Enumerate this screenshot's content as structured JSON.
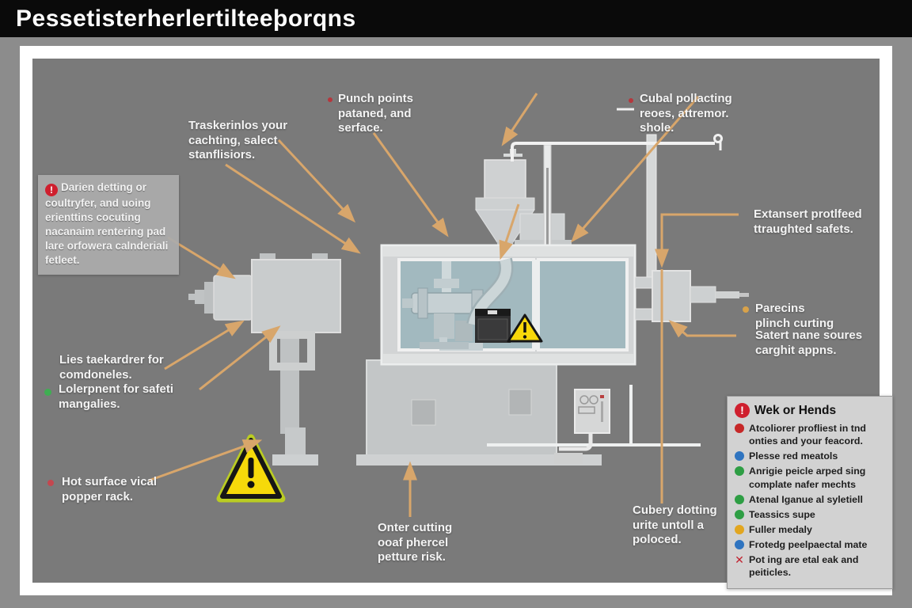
{
  "header": {
    "title": "Pessetisterherlertilteeþorqns"
  },
  "icons": {
    "warning": "!",
    "cross": "✕"
  },
  "colors": {
    "arrow": "#d8a66b",
    "warning_yellow": "#f6d90a",
    "machine_body": "#cdd0d1",
    "window_teal": "#a2b9bf",
    "legend_red": "#c62828",
    "legend_blue": "#2f74c0",
    "legend_green": "#2e9e44",
    "legend_yellow": "#e2a620"
  },
  "labels": {
    "trask": "Traskerinlos your cachting, salect stanflisiors.",
    "punch": "Punch points pataned, and serface.",
    "cubal": "Cubal pollacting reoes, attremor. shole.",
    "darien": "Darien detting or coultryfer, and uoing erienttins cocuting nacanaim rentering pad lare orfowera calnderiali fetleet.",
    "lies": "Lies taekardrer for comdoneles.",
    "lolerpnent": "Lolerpnent for safeti mangalies.",
    "hot_surface": "Hot surface vical popper rack.",
    "onter": "Onter cutting ooaf phercel petture risk.",
    "cubery": "Cubery dotting urite untoll a poloced.",
    "extansert": "Extansert protlfeed ttraughted safets.",
    "parecins": "Parecins plinch curting",
    "satert": "Satert nane soures carghit appns."
  },
  "legend": {
    "title": "Wek or Hends",
    "items": [
      {
        "icon": "red-circle",
        "text": "Atcoliorer profliest in tnd onties and your feacord."
      },
      {
        "icon": "blue-circle",
        "text": "Plesse red meatols"
      },
      {
        "icon": "green-circle",
        "text": "Anrigie peicle arped sing complate nafer mechts"
      },
      {
        "icon": "green-circle",
        "text": "Atenal Iganue al syletiell"
      },
      {
        "icon": "green-circle",
        "text": "Teassics supe"
      },
      {
        "icon": "yellow-circle",
        "text": "Fuller medaly"
      },
      {
        "icon": "blue-circle",
        "text": "Frotedg peelpaectal mate"
      },
      {
        "icon": "red-x",
        "text": "Pot ing are etal eak and peiticles."
      }
    ]
  }
}
